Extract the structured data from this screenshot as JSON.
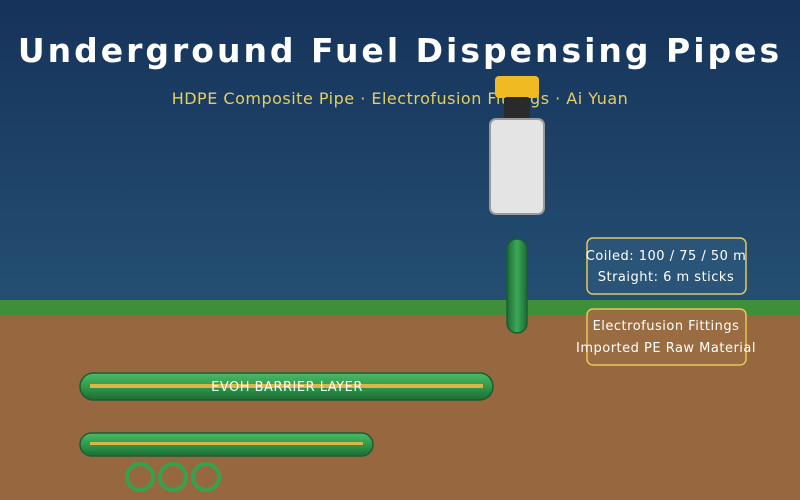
{
  "header": {
    "title": "Underground Fuel Dispensing Pipes",
    "subtitle": "HDPE Composite Pipe · Electrofusion Fittings · Ai Yuan"
  },
  "pipe_label": "EVOH BARRIER LAYER",
  "info_boxes": [
    {
      "line1": "Coiled: 100 / 75 / 50 m",
      "line2": "Straight: 6 m sticks"
    },
    {
      "line1": "Electrofusion Fittings",
      "line2": "Imported PE Raw Material"
    }
  ],
  "colors": {
    "sky_top": "#16335a",
    "sky_bottom": "#224d72",
    "grass": "#3f8f3a",
    "soil": "#97683f",
    "pipe_green": "#2f9a4c",
    "pipe_dark": "#1b5e30",
    "barrier_stripe": "#d9b64a",
    "box_border": "#e8c65a",
    "subtitle_text": "#e5cf5e",
    "nozzle_yellow": "#f0bb22",
    "dispenser_body": "#e4e4e4"
  }
}
